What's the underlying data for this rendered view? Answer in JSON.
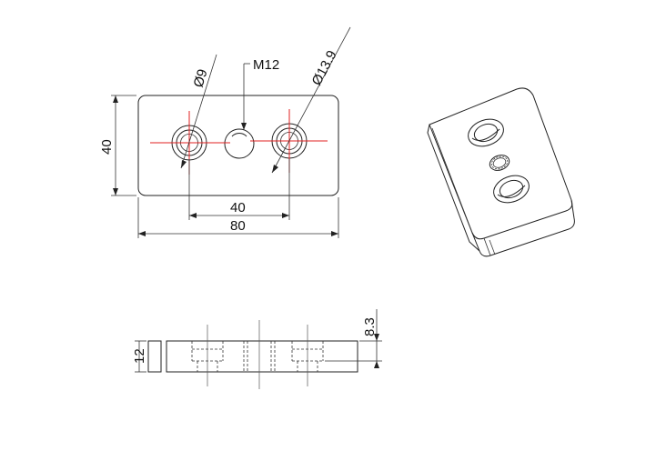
{
  "dimensions": {
    "height": "40",
    "hole_spacing": "40",
    "width": "80",
    "hole_small": "Ø9",
    "hole_large": "Ø13.9",
    "thread": "M12",
    "thickness": "12",
    "counterbore_depth": "8.3"
  },
  "colors": {
    "line": "#222222",
    "centerline_red": "#e02020",
    "background": "#ffffff"
  }
}
